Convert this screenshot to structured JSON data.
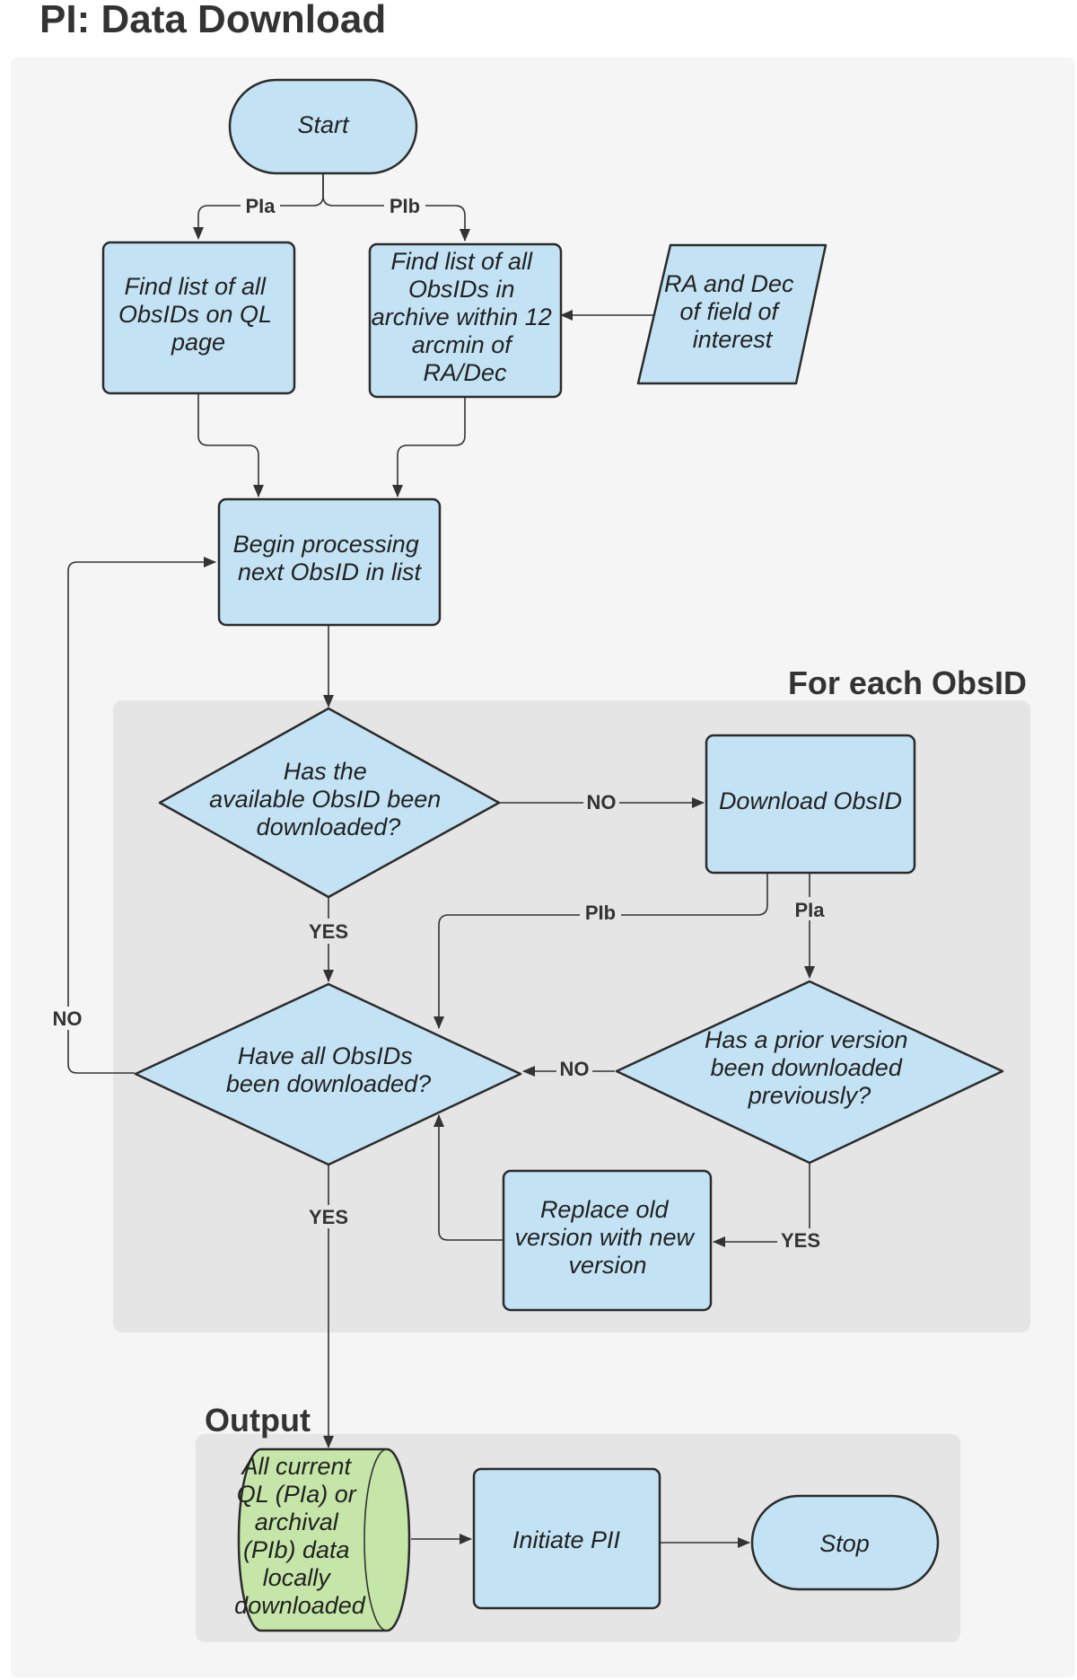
{
  "title": "PI: Data Download",
  "groups": {
    "for_each": "For each ObsID",
    "output": "Output"
  },
  "nodes": {
    "start": [
      "Start"
    ],
    "find_ql": [
      "Find list of all",
      "ObsIDs on QL",
      "page"
    ],
    "find_archive": [
      "Find list of all",
      "ObsIDs in",
      "archive within 12",
      "arcmin of",
      "RA/Dec"
    ],
    "ra_dec": [
      "RA and Dec",
      "of field of",
      "interest"
    ],
    "begin": [
      "Begin processing",
      "next ObsID in list"
    ],
    "has_downloaded": [
      "Has the",
      "available ObsID been",
      "downloaded?"
    ],
    "download": [
      "Download ObsID"
    ],
    "all_downloaded": [
      "Have all ObsIDs",
      "been downloaded?"
    ],
    "prior_version": [
      "Has a prior version",
      "been downloaded",
      "previously?"
    ],
    "replace": [
      "Replace old",
      "version with new",
      "version"
    ],
    "data_store": [
      "All current",
      "QL (PIa) or",
      "archival",
      "(PIb) data",
      "locally",
      "downloaded"
    ],
    "initiate": [
      "Initiate PII"
    ],
    "stop": [
      "Stop"
    ]
  },
  "edge_labels": {
    "start_pia": "PIa",
    "start_pib": "PIb",
    "has_no": "NO",
    "has_yes": "YES",
    "download_pib": "PIb",
    "download_pia": "PIa",
    "prior_no": "NO",
    "prior_yes": "YES",
    "all_no": "NO",
    "all_yes": "YES"
  }
}
